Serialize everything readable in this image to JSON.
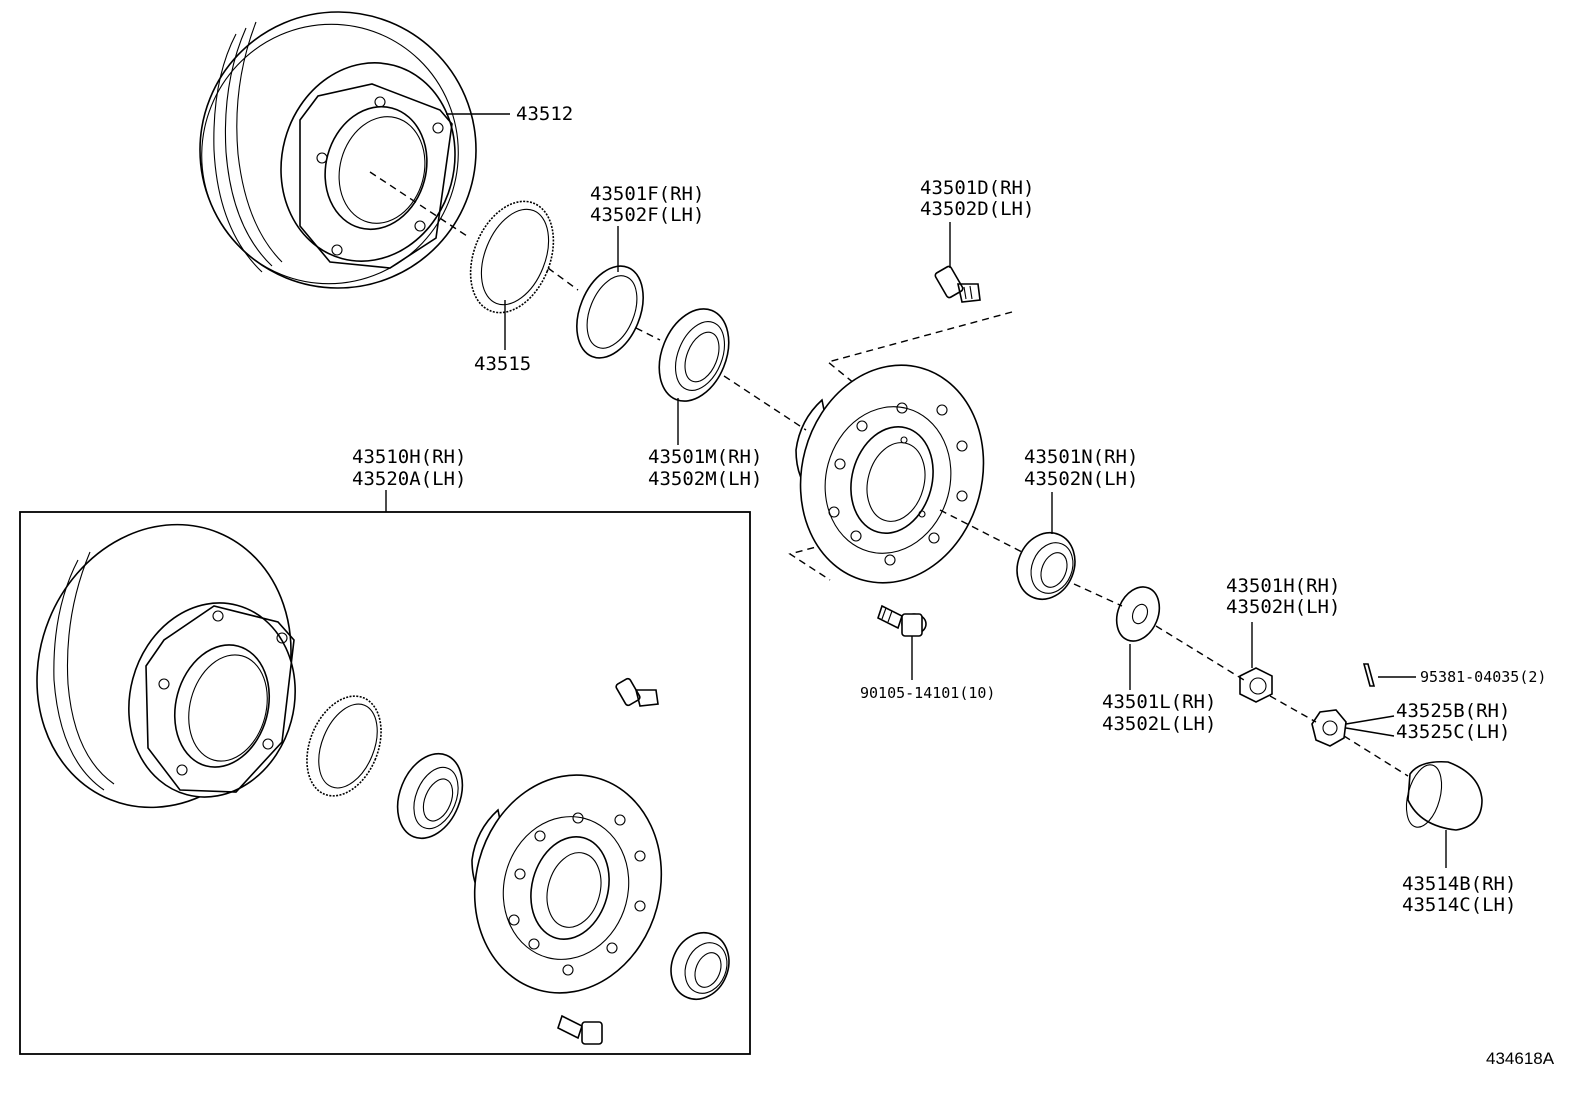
{
  "labels": {
    "disc_rotor": "43512",
    "abs_rotor": "43515",
    "oil_seal_rh": "43501F(RH)",
    "oil_seal_lh": "43502F(LH)",
    "outer_bearing_rh": "43501M(RH)",
    "outer_bearing_lh": "43502M(LH)",
    "hub_bolt_rh": "43501D(RH)",
    "hub_bolt_lh": "43502D(LH)",
    "hub_assy_rh": "43510H(RH)",
    "hub_assy_lh": "43520A(LH)",
    "inner_bearing_rh": "43501N(RH)",
    "inner_bearing_lh": "43502N(LH)",
    "washer_rh": "43501L(RH)",
    "washer_lh": "43502L(LH)",
    "nut_rh": "43501H(RH)",
    "nut_lh": "43502H(LH)",
    "cotter_pin": "95381-04035(2)",
    "lock_cap_rh": "43525B(RH)",
    "lock_cap_lh": "43525C(LH)",
    "grease_cap_rh": "43514B(RH)",
    "grease_cap_lh": "43514C(LH)",
    "flange_bolt": "90105-14101(10)",
    "illustration_ref": "434618A"
  }
}
